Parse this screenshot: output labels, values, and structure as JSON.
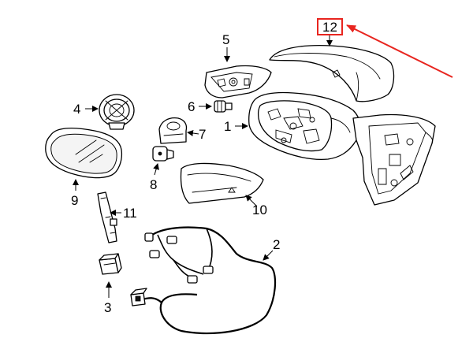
{
  "diagram": {
    "callouts": [
      {
        "id": "c1",
        "text": "1"
      },
      {
        "id": "c2",
        "text": "2"
      },
      {
        "id": "c3",
        "text": "3"
      },
      {
        "id": "c4",
        "text": "4"
      },
      {
        "id": "c5",
        "text": "5"
      },
      {
        "id": "c6",
        "text": "6"
      },
      {
        "id": "c7",
        "text": "7"
      },
      {
        "id": "c8",
        "text": "8"
      },
      {
        "id": "c9",
        "text": "9"
      },
      {
        "id": "c10",
        "text": "10"
      },
      {
        "id": "c11",
        "text": "11"
      },
      {
        "id": "c12",
        "text": "12"
      }
    ],
    "highlight": {
      "callout": "12",
      "color": "#e8251f"
    }
  }
}
